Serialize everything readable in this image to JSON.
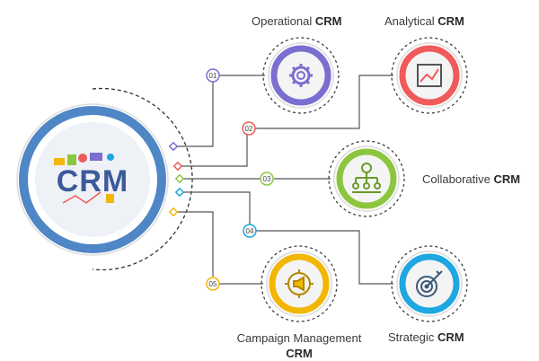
{
  "center": {
    "title": "CRM"
  },
  "items": [
    {
      "num": "01",
      "name": "Operational",
      "suffix": "CRM",
      "color": "#7a6fd0",
      "icon": "gear-icon"
    },
    {
      "num": "02",
      "name": "Analytical",
      "suffix": "CRM",
      "color": "#f05a5a",
      "icon": "line-chart-icon"
    },
    {
      "num": "03",
      "name": "Collaborative",
      "suffix": "CRM",
      "color": "#8cc63f",
      "icon": "org-chart-icon"
    },
    {
      "num": "04",
      "name": "Strategic",
      "suffix": "CRM",
      "color": "#1ea7e1",
      "icon": "target-icon"
    },
    {
      "num": "05",
      "name": "Campaign Management",
      "suffix": "CRM",
      "color": "#f2b705",
      "icon": "megaphone-icon"
    }
  ],
  "colors": {
    "hub_ring": "#4f86c6",
    "hub_fill": "#eef1f5",
    "line": "#555555"
  }
}
